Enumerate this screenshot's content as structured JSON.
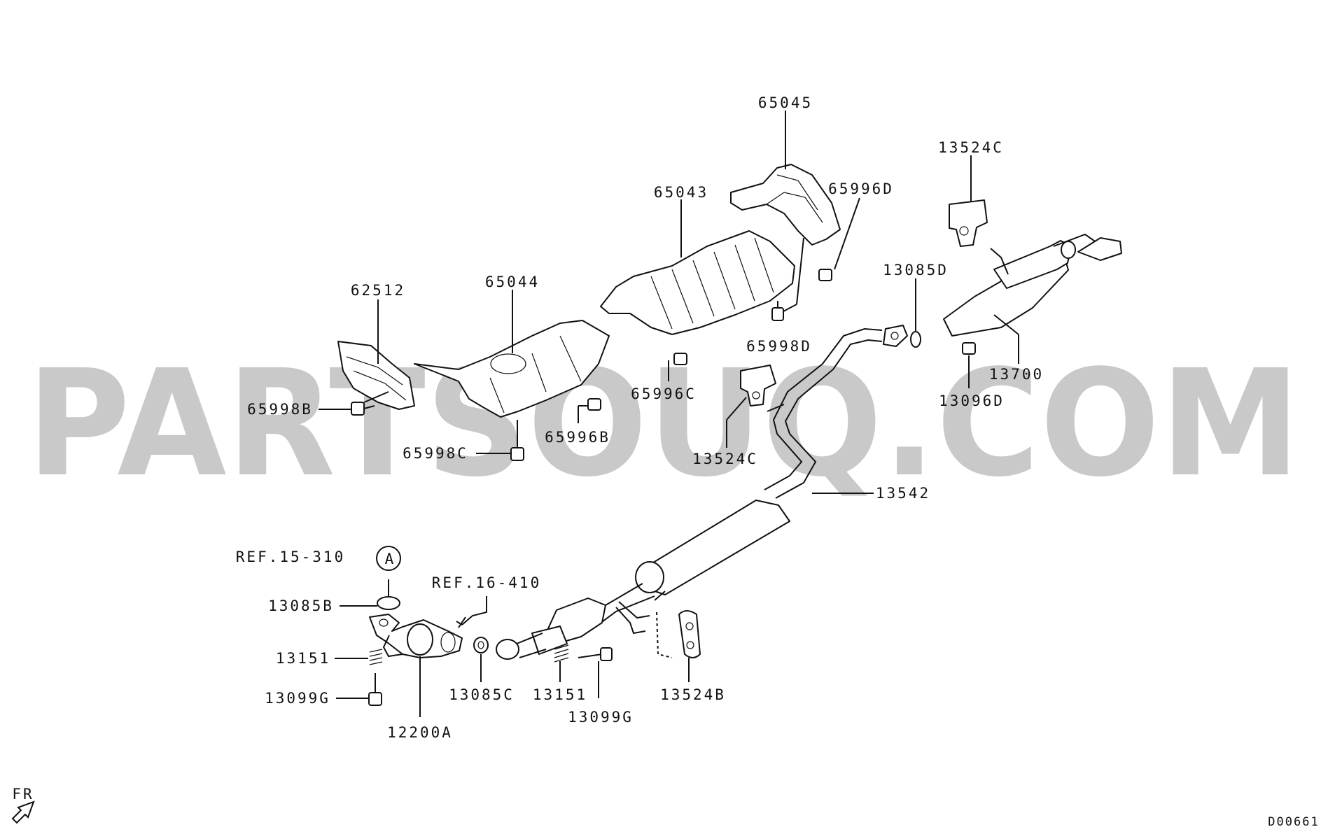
{
  "watermark": "PARTSOUQ.COM",
  "diagram_code": "D00661",
  "direction_label": "FR",
  "ref_labels": {
    "ref_a": "REF.15-310",
    "ref_a_circle": "A",
    "ref_b": "REF.16-410"
  },
  "callouts": {
    "p65045": "65045",
    "p65043": "65043",
    "p65996D": "65996D",
    "p13524C_top": "13524C",
    "p13085D": "13085D",
    "p62512": "62512",
    "p65044": "65044",
    "p65998D": "65998D",
    "p13700": "13700",
    "p13096D": "13096D",
    "p65998B": "65998B",
    "p65996C": "65996C",
    "p65996B": "65996B",
    "p13524C_mid": "13524C",
    "p65998C": "65998C",
    "p13542": "13542",
    "p13085B": "13085B",
    "p13151_left": "13151",
    "p13099G_left": "13099G",
    "p12200A": "12200A",
    "p13085C": "13085C",
    "p13151_right": "13151",
    "p13099G_right": "13099G",
    "p13524B": "13524B"
  }
}
